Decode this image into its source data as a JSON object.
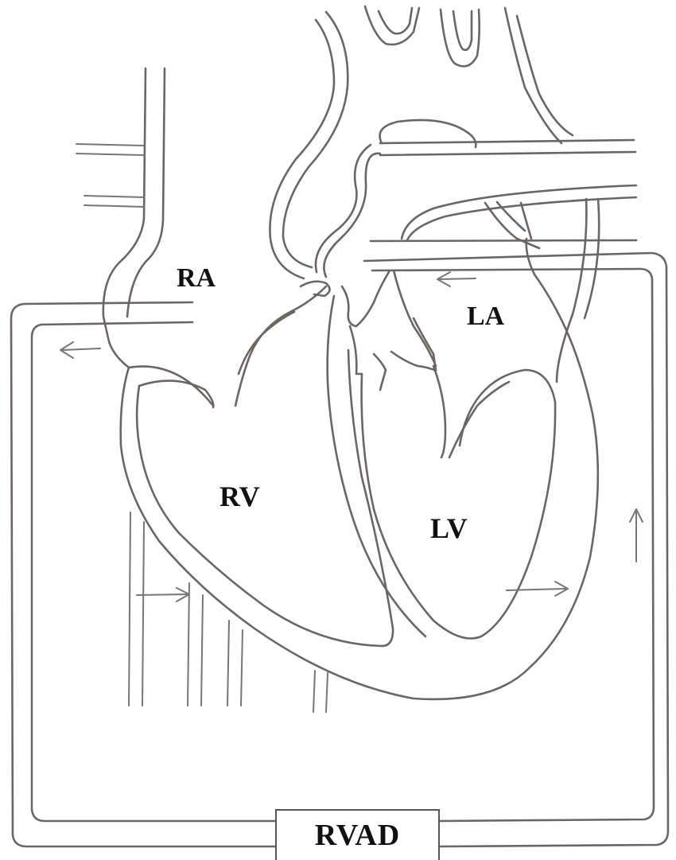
{
  "labels": {
    "ra": "RA",
    "la": "LA",
    "rv": "RV",
    "lv": "LV",
    "device": "RVAD"
  },
  "colors": {
    "line": "#6b6664",
    "text": "#111111",
    "background": "#ffffff"
  },
  "flow_arrows": [
    "arrow-left",
    "arrow-left",
    "arrow-right",
    "arrow-right",
    "arrow-up"
  ]
}
